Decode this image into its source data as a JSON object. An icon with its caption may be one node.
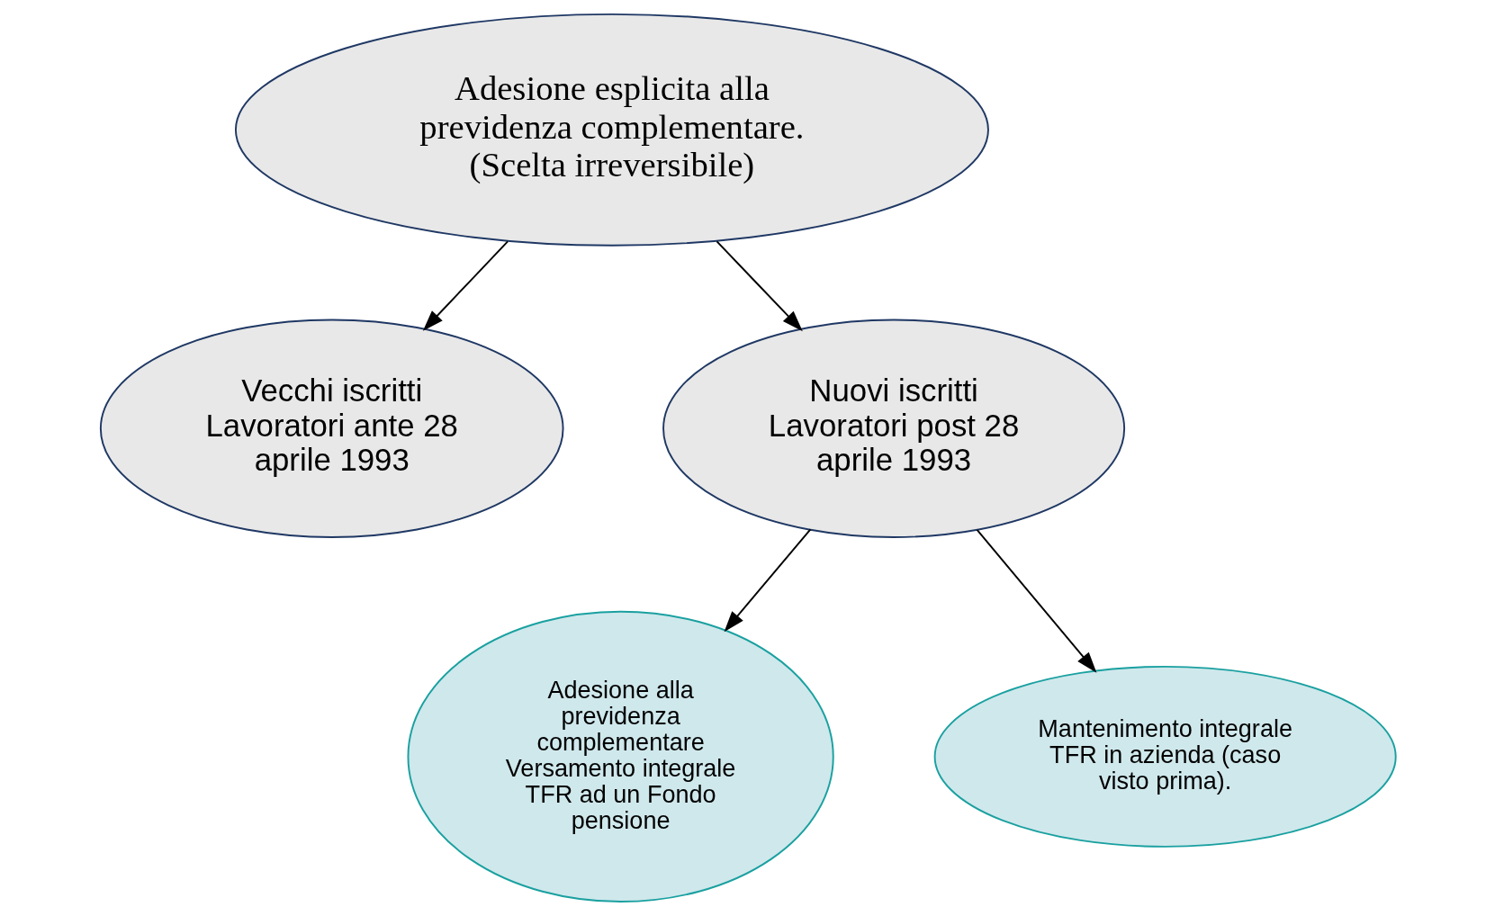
{
  "diagram": {
    "nodes": [
      {
        "text": [
          "Adesione esplicita alla previdenza complementare. (Scelta irreversibile)"
        ]
      },
      {
        "text": [
          "Vecchi iscritti Lavoratori ante 28 aprile 1993"
        ]
      },
      {
        "text": [
          "Nuovi iscritti Lavoratori post 28 aprile 1993"
        ]
      },
      {
        "text": [
          "Adesione alla previdenza complementare Versamento integrale TFR ad un Fondo pensione"
        ]
      },
      {
        "text": [
          "Mantenimento integrale TFR in azienda (caso visto prima)."
        ]
      }
    ],
    "edges": [
      {
        "from": 0,
        "to": 1,
        "arrow": "to"
      },
      {
        "from": 0,
        "to": 2,
        "arrow": "to"
      },
      {
        "from": 2,
        "to": 3,
        "arrow": "to"
      },
      {
        "from": 2,
        "to": 4,
        "arrow": "to"
      }
    ]
  }
}
